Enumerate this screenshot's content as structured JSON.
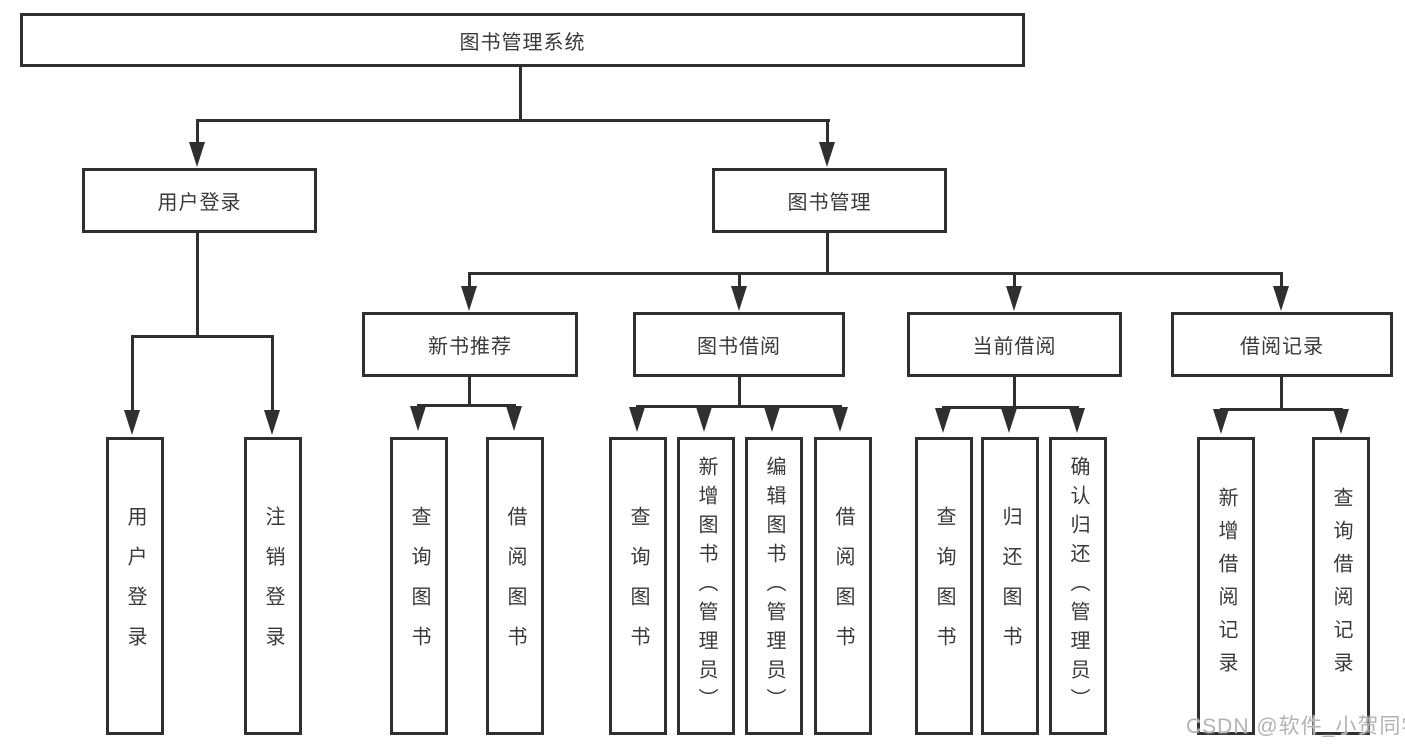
{
  "diagram": {
    "title": "图书管理系统",
    "level2": {
      "user_login": "用户登录",
      "book_mgmt": "图书管理"
    },
    "level3": {
      "new_books": "新书推荐",
      "borrow": "图书借阅",
      "current": "当前借阅",
      "records": "借阅记录"
    },
    "leaves": {
      "user_login": [
        "用户登录",
        "注销登录"
      ],
      "new_books": [
        "查询图书",
        "借阅图书"
      ],
      "borrow": [
        "查询图书",
        "新增图书（管理员）",
        "编辑图书（管理员）",
        "借阅图书"
      ],
      "current": [
        "查询图书",
        "归还图书",
        "确认归还（管理员）"
      ],
      "records": [
        "新增借阅记录",
        "查询借阅记录"
      ]
    }
  },
  "watermark": "CSDN @软件_小贺同学",
  "colors": {
    "line": "#2f2f2f",
    "box_border": "#2f2f2f",
    "text": "#3a3a3a",
    "watermark": "#b3b3b3",
    "background": "#ffffff"
  }
}
